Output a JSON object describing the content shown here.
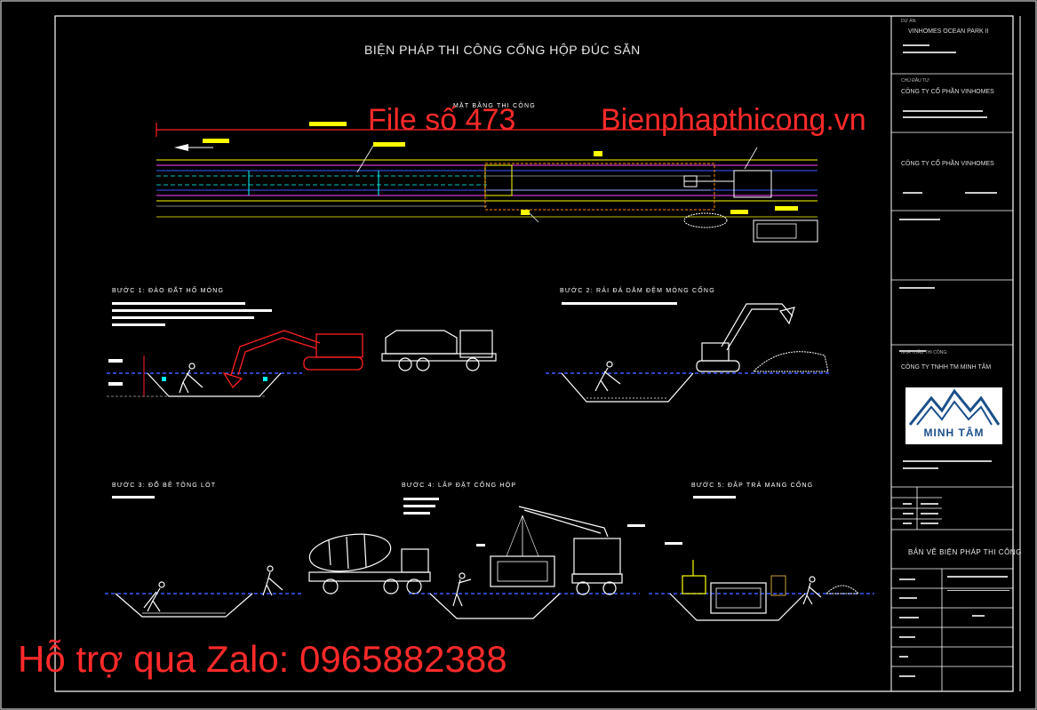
{
  "drawing": {
    "title": "BIỆN PHÁP THI CÔNG CỐNG HỘP ĐÚC SẴN",
    "plan_label": "MẶT BẰNG THI CÔNG",
    "steps": [
      {
        "title": "BƯỚC 1: ĐÀO ĐẤT HỐ MÓNG"
      },
      {
        "title": "BƯỚC 2: RẢI ĐÁ DĂM ĐỆM MÓNG CỐNG"
      },
      {
        "title": "BƯỚC 3: ĐỔ BÊ TÔNG LÓT"
      },
      {
        "title": "BƯỚC 4: LẮP ĐẶT CỐNG HỘP"
      },
      {
        "title": "BƯỚC 5: ĐẮP TRẢ MANG CỐNG"
      }
    ]
  },
  "watermark": {
    "file_no": "File số 473",
    "site": "Bienphapthicong.vn",
    "zalo": "Hỗ trợ qua Zalo: 0965882388"
  },
  "title_block": {
    "project_label": "DỰ ÁN:",
    "project_name": "VINHOMES OCEAN PARK II",
    "owner_label": "CHỦ ĐẦU TƯ:",
    "owner_name": "CÔNG TY CỔ PHẦN VINHOMES",
    "consultant_name": "CÔNG TY CỔ PHẦN VINHOMES",
    "contractor_label": "NHÀ THẦU THI CÔNG:",
    "contractor_name": "CÔNG TY TNHH TM MINH TÂM",
    "logo_text": "MINH TÂM",
    "sheet_title": "BẢN VẼ BIỆN PHÁP THI CÔNG"
  },
  "colors": {
    "background": "#000000",
    "line_white": "#ffffff",
    "line_yellow": "#ffff00",
    "line_red": "#ff2020",
    "line_cyan": "#00ffff",
    "line_blue": "#3b5bff",
    "line_magenta": "#ff44ff",
    "watermark_red": "#ff2a2a",
    "logo_blue": "#1b4f8a"
  }
}
